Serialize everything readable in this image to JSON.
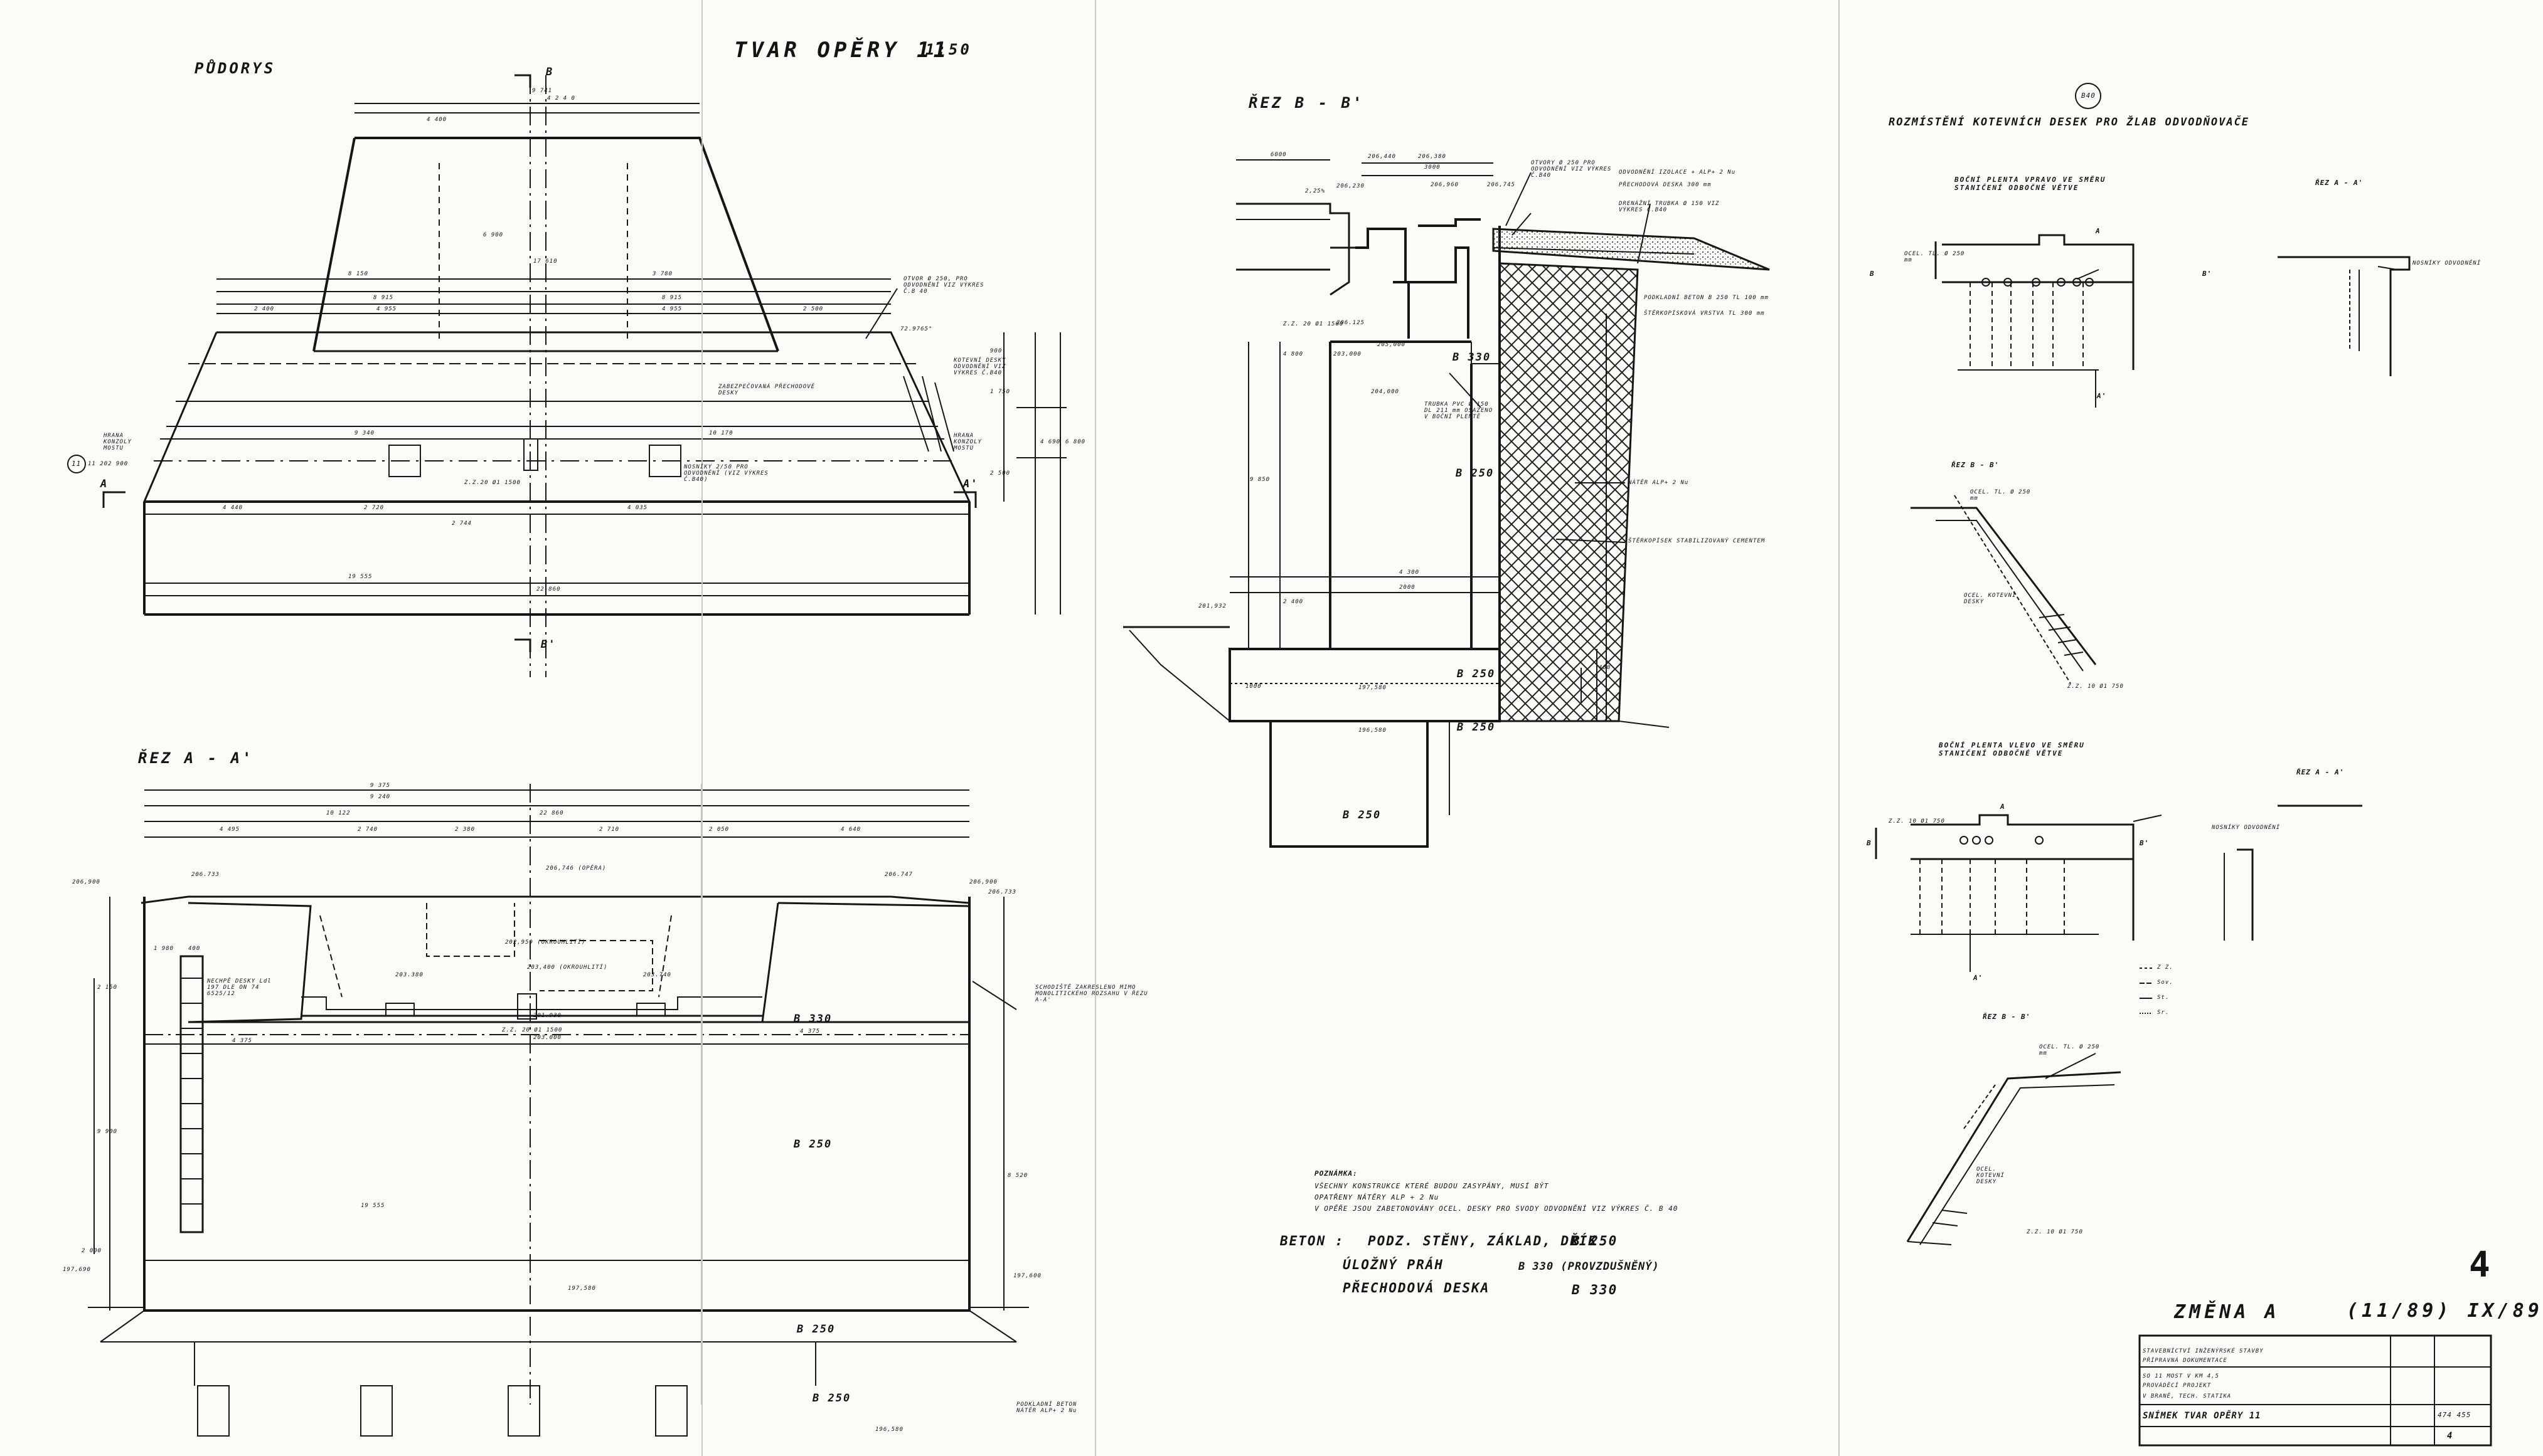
{
  "sheet": {
    "title": "TVAR OPĚRY 11",
    "scale": "1:50",
    "sheet_number": "4"
  },
  "views": {
    "plan": {
      "title": "PŮDORYS"
    },
    "section_aa": {
      "title": "ŘEZ A - A'"
    },
    "section_bb": {
      "title": "ŘEZ B - B'"
    }
  },
  "markers": {
    "section_b": "B",
    "section_b_prime": "B'",
    "section_a": "A",
    "section_a_prime": "A'",
    "support": "11",
    "detail_ref": "B40"
  },
  "plan": {
    "dims": {
      "top_total": "9 741",
      "top_half": "4 400",
      "top_right": "4 2 4 0",
      "mid_total": "17 610",
      "mid_left": "8 150",
      "mid_right": "3 780",
      "wall_a": "8 915",
      "wall_b": "8 915",
      "inner_l": "4 955",
      "inner_r": "4 955",
      "side_l": "2 400",
      "side_r": "2 500",
      "wing_depth": "6 900",
      "span_9340": "9 340",
      "span_10170": "10 170",
      "left_4440": "4 440",
      "mid_2720": "2 720",
      "mid_2744": "2 744",
      "right_4035": "4 035",
      "bottom_19555": "19 555",
      "bottom_22860": "22 860",
      "h_900": "900",
      "h_1750": "1 750",
      "h_2500": "2 500",
      "h_4690": "4 690",
      "h_6800": "6 800"
    },
    "notes": {
      "drain_hole": "OTVOR Ø 250, PRO ODVODNĚNÍ VIZ VÝKRES Č.B 40",
      "anchor_plates": "KOTEVNÍ DESKY ODVODNĚNÍ VIZ VÝKRES Č.B40",
      "console_left": "HRANA KONZOLY MOSTU",
      "console_right": "HRANA KONZOLY MOSTU",
      "chamber": "ZABEZPEČOVANÁ PŘECHODOVÉ DESKY",
      "notch": "NOSNÍKY 2/50 PRO ODVODNĚNÍ (VIZ VÝKRES Č.B40)",
      "elevation": "Z.Z.20 Ø1 1500",
      "support_level": "11 202 900",
      "angle": "72.9765°"
    }
  },
  "section_aa": {
    "dims": {
      "total_9375": "9 375",
      "total_9240": "9 240",
      "span_10122": "10 122",
      "total_22860": "22 860",
      "left_4495": "4 495",
      "right_4640": "4 640",
      "s_2740": "2 740",
      "s_2380": "2 380",
      "s_2050": "2 050",
      "s_2710": "2 710",
      "h_9900": "9 900",
      "h_8520": "8 520",
      "h_2150": "2 150",
      "h_2000": "2 000",
      "w_1980": "1 980",
      "w_400": "400",
      "inner_19555": "19 555",
      "mid_4375a": "4 375",
      "mid_4375b": "4 375"
    },
    "elevations": {
      "left_top": "206,900",
      "top_mid_l": "206.733",
      "top_mid_r": "206.747",
      "right_top": "206,900",
      "right_top2": "206.733",
      "crown": "206,746 (OPĚRA)",
      "level_a": "202,959 (OKROUHLITÍ)",
      "level_b": "203,400 (OKROUHLITÍ)",
      "level_c": "203.380",
      "level_d": "203.740",
      "level_e": "203.000",
      "level_f": "201.930",
      "found_a": "197,580",
      "found_b": "196,580",
      "left_low": "197,690",
      "right_low": "197,600"
    },
    "notes": {
      "waterproof": "NECHPĚ DESKY Ldl 197 DLE ON 74 6525/12",
      "stairs": "SCHODIŠTĚ ZAKRESLENO MIMO MONOLITICKÉHO ROZSAHU V ŘEZU A-A'",
      "drain_level": "Z.Z. 20 Ø1 1500",
      "sub_concrete": "PODKLADNÍ BETON NÁTĚR ALP+ 2 Nu"
    },
    "concrete": {
      "upper": "B 330",
      "middle": "B 250",
      "lower": "B 250",
      "footing": "B 250"
    }
  },
  "section_bb": {
    "dims": {
      "w_6000": "6000",
      "w_3000": "3000",
      "w_4300": "4 300",
      "w_2000": "2000",
      "h_9850": "9 850",
      "h_4800": "4 800",
      "h_1000": "1000",
      "h_400": "400",
      "h_2400": "2 400"
    },
    "elevations": {
      "e1": "206,440",
      "e2": "206,380",
      "e3": "206,960",
      "e4": "206,230",
      "e5": "206,745",
      "e6": "206.125",
      "e7": "205,000",
      "e8": "204,000",
      "e9": "203,000",
      "e10": "201,932",
      "e11": "197,580",
      "e12": "196,580",
      "slope": "2,25%"
    },
    "notes": {
      "drain_hole": "OTVORY Ø 250 PRO ODVODNĚNÍ VIZ VÝKRES Č.B40",
      "insulation": "ODVODNĚNÍ IZOLACE + ALP+ 2 Nu",
      "transition_slab": "PŘECHODOVÁ DESKA 300 mm",
      "drain_pipe": "DRENÁŽNÍ TRUBKA Ø 150 VIZ VÝKRES Č.B40",
      "sub_concrete": "PODKLADNÍ BETON B 250 TL 100 mm",
      "gravel": "ŠTĚRKOPÍSKOVÁ VRSTVA TL 300 mm",
      "pvc_pipe": "TRUBKA PVC Ø 150 DL 211 mm OSAZENO V BOČNÍ PLENTĚ",
      "coating": "NÁTĚR ALP+ 2 Nu",
      "stab_gravel": "ŠTĚRKOPÍSEK STABILIZOVANÝ CEMENTEM",
      "zz": "Z.Z. 20 Ø1 1500"
    },
    "concrete": {
      "top": "B 330",
      "wall": "B 250",
      "base": "B 250",
      "footing": "B 250",
      "lower": "B 250"
    }
  },
  "detail_b40": {
    "title": "ROZMÍSTĚNÍ KOTEVNÍCH DESEK PRO ŽLAB ODVODŇOVAČE",
    "right_side_title": "BOČNÍ PLENTA VPRAVO VE SMĚRU STANIČENÍ ODBOČNÉ VĚTVE",
    "left_side_title": "BOČNÍ PLENTA VLEVO VE SMĚRU STANIČENÍ ODBOČNÉ VĚTVE",
    "section_aa": "ŘEZ A - A'",
    "section_bb": "ŘEZ B - B'",
    "plate_note": "OCEL. TL. Ø 250 mm",
    "anchor_note": "OCEL. KOTEVNÍ DESKY",
    "zz": "Z.Z. 10 Ø1 750",
    "notch_note": "NOSNÍKY ODVODNĚNÍ"
  },
  "notes_block": {
    "title": "POZNÁMKA:",
    "line1": "VŠECHNY KONSTRUKCE KTERÉ BUDOU ZASYPÁNY, MUSÍ BÝT",
    "line2": "OPATŘENY NÁTĚRY ALP + 2 Nu",
    "line3": "V OPĚŘE JSOU ZABETONOVÁNY OCEL. DESKY PRO SVODY ODVODNĚNÍ VIZ VÝKRES Č. B 40"
  },
  "concrete_spec": {
    "label": "BETON :",
    "row1": "PODZ. STĚNY, ZÁKLAD, DŘÍK",
    "row1_grade": "B 250",
    "row2": "ÚLOŽNÝ PRÁH",
    "row2_grade": "B 330 (PROVZDUŠNĚNÝ)",
    "row3": "PŘECHODOVÁ DESKA",
    "row3_grade": "B 330"
  },
  "revision": {
    "label": "ZMĚNA  A",
    "date": "(11/89) IX/89"
  },
  "legend_lines": [
    "Z Z.",
    "Sov.",
    "St.",
    "Sr."
  ],
  "title_block": {
    "line1": "STAVEBNÍCTVÍ INŽENÝRSKÉ STAVBY",
    "line2": "PŘÍPRAVNÁ DOKUMENTACE",
    "line3": "SO 11 MOST V KM 4,5",
    "line4": "PROVÁDĚCÍ PROJEKT",
    "line5": "V BRANĚ, TECH. STATIKA",
    "line6": "SNÍMEK  TVAR OPĚRY 11",
    "number": "474 455",
    "sheet": "4"
  },
  "colors": {
    "paper": "#fbfbf8",
    "ink": "#161616",
    "hatch": "#2a2a2a",
    "crease": "#c9c9c4"
  }
}
